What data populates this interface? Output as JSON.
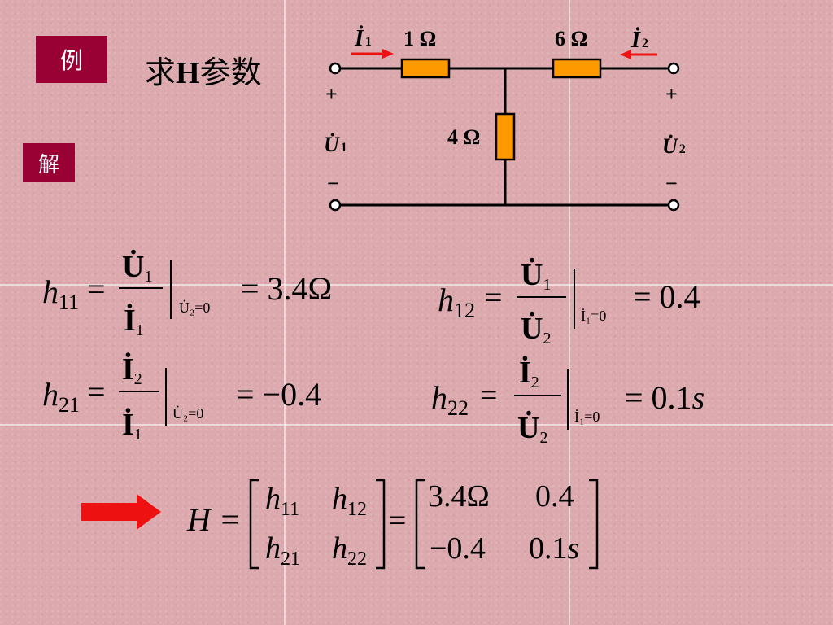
{
  "slide": {
    "example_label": "例",
    "solution_label": "解",
    "title_prefix": "求",
    "title_h": "H",
    "title_suffix": "参数"
  },
  "circuit": {
    "r1": "1 Ω",
    "r2": "6 Ω",
    "r3": "4 Ω",
    "i1": "İ",
    "i1_sub": "1",
    "i2": "İ",
    "i2_sub": "2",
    "u1": "U̇",
    "u1_sub": "1",
    "u2": "U̇",
    "u2_sub": "2",
    "plus": "+",
    "minus": "−"
  },
  "equations": {
    "h11_sym": "h",
    "h11_sub": "11",
    "h11_num": "U̇",
    "h11_num_sub": "1",
    "h11_den": "İ",
    "h11_den_sub": "1",
    "h11_cond": "U̇₂=0",
    "h11_value": "= 3.4Ω",
    "h12_sym": "h",
    "h12_sub": "12",
    "h12_num": "U̇",
    "h12_num_sub": "1",
    "h12_den": "U̇",
    "h12_den_sub": "2",
    "h12_cond": "İ₁=0",
    "h12_value": "= 0.4",
    "h21_sym": "h",
    "h21_sub": "21",
    "h21_num": "İ",
    "h21_num_sub": "2",
    "h21_den": "İ",
    "h21_den_sub": "1",
    "h21_cond": "U̇₂=0",
    "h21_value": "= −0.4",
    "h22_sym": "h",
    "h22_sub": "22",
    "h22_num": "İ",
    "h22_num_sub": "2",
    "h22_den": "U̇",
    "h22_den_sub": "2",
    "h22_cond": "İ₁=0",
    "h22_value_num": "= 0.1",
    "h22_value_unit": "s",
    "eq": "="
  },
  "matrix": {
    "lhs": "H =",
    "m11": "h",
    "m11_sub": "11",
    "m12": "h",
    "m12_sub": "12",
    "m21": "h",
    "m21_sub": "21",
    "m22": "h",
    "m22_sub": "22",
    "eq": "=",
    "v11": "3.4Ω",
    "v12": "0.4",
    "v21": "−0.4",
    "v22_num": "0.1",
    "v22_unit": "s"
  },
  "colors": {
    "label_bg": "#990033",
    "resistor_fill": "#ff9900",
    "arrow_red": "#ee1111",
    "background": "#dcaaae"
  }
}
